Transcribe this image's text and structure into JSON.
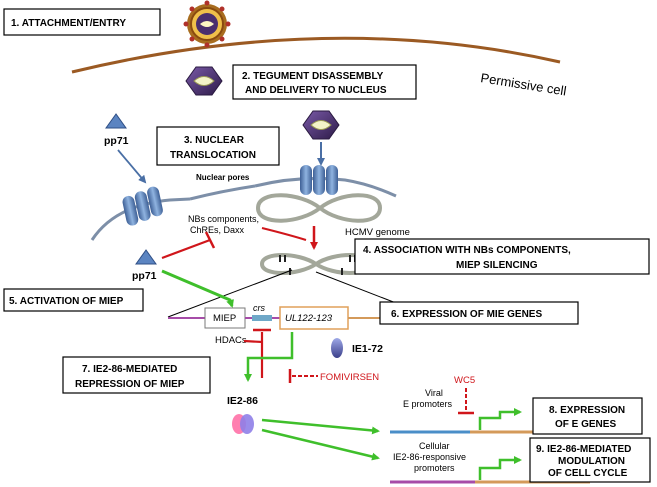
{
  "steps": {
    "s1": "1. ATTACHMENT/ENTRY",
    "s2_l1": "2. TEGUMENT DISASSEMBLY",
    "s2_l2": "AND DELIVERY TO NUCLEUS",
    "s3_l1": "3. NUCLEAR",
    "s3_l2": "TRANSLOCATION",
    "s4_l1": "4. ASSOCIATION WITH NBs COMPONENTS,",
    "s4_l2": "MIEP SILENCING",
    "s5": "5. ACTIVATION OF MIEP",
    "s6": "6. EXPRESSION OF MIE GENES",
    "s7_l1": "7. IE2-86-MEDIATED",
    "s7_l2": "REPRESSION OF MIEP",
    "s8_l1": "8. EXPRESSION",
    "s8_l2": "OF E GENES",
    "s9_l1": "9. IE2-86-MEDIATED",
    "s9_l2": "MODULATION",
    "s9_l3": "OF CELL CYCLE"
  },
  "labels": {
    "permissive_cell": "Permissive cell",
    "pp71_top": "pp71",
    "pp71_mid": "pp71",
    "nuclear_pores": "Nuclear pores",
    "hcmv_genome": "HCMV genome",
    "nbs_l1": "NBs components,",
    "nbs_l2": "ChREs, Daxx",
    "miep": "MIEP",
    "crs": "crs",
    "ul": "UL122-123",
    "hdacs": "HDACs",
    "ie1": "IE1-72",
    "fomivirsen": "FOMIVIRSEN",
    "ie2": "IE2-86",
    "wc5": "WC5",
    "viral_l1": "Viral",
    "viral_l2": "E promoters",
    "cellular_l1": "Cellular",
    "cellular_l2": "IE2-86-responsive",
    "cellular_l3": "promoters"
  },
  "colors": {
    "membrane": "#9b5a23",
    "activation_arrow": "#3fbf2b",
    "repression": "#d0161b",
    "pore": "#6f96c8",
    "capsid": "#4b2f6e",
    "triangle": "#5b84c1",
    "promoter_line": "#a64ca8"
  }
}
